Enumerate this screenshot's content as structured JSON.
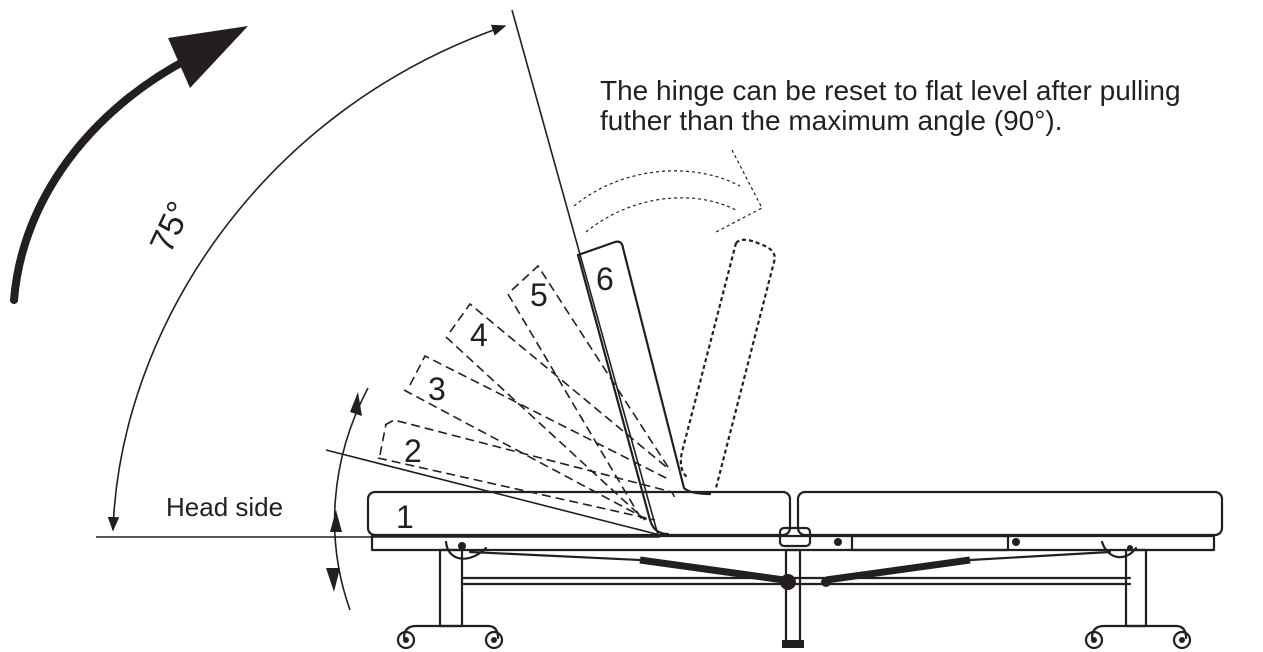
{
  "note": {
    "line1": "The hinge can be reset to flat level after pulling",
    "line2": "futher than the maximum angle (90°)."
  },
  "angle_label": "75°",
  "head_side_label": "Head side",
  "positions": [
    "1",
    "2",
    "3",
    "4",
    "5",
    "6"
  ]
}
